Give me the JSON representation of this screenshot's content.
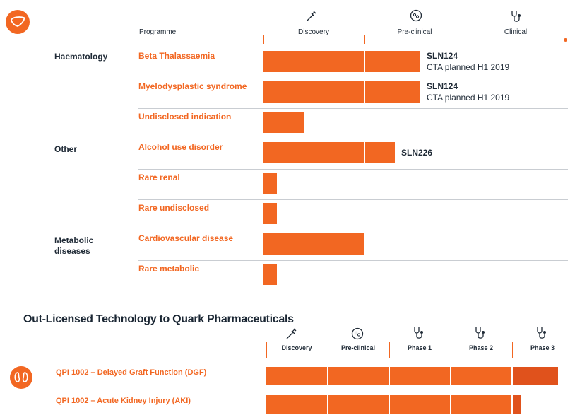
{
  "section1": {
    "header": {
      "programme": "Programme"
    },
    "stages": [
      "Discovery",
      "Pre-clinical",
      "Clinical"
    ],
    "stage_icons": [
      "syringe-icon",
      "petri-dish-icon",
      "stethoscope-icon"
    ],
    "categories": [
      {
        "id": "haem",
        "label": "Haematology"
      },
      {
        "id": "other",
        "label": "Other"
      },
      {
        "id": "meta",
        "label": "Metabolic diseases"
      }
    ],
    "rows": [
      {
        "category": "haem",
        "programme": "Beta Thalassaemia",
        "progress_stages": 1.55,
        "note_title": "SLN124",
        "note_sub": "CTA planned H1 2019"
      },
      {
        "category": "haem",
        "programme": "Myelodysplastic syndrome",
        "progress_stages": 1.55,
        "note_title": "SLN124",
        "note_sub": "CTA planned H1 2019"
      },
      {
        "category": "haem",
        "programme": "Undisclosed indication",
        "progress_stages": 0.4
      },
      {
        "category": "other",
        "programme": "Alcohol use disorder",
        "progress_stages": 1.3,
        "note_title": "SLN226"
      },
      {
        "category": "other",
        "programme": "Rare renal",
        "progress_stages": 0.13
      },
      {
        "category": "other",
        "programme": "Rare undisclosed",
        "progress_stages": 0.13
      },
      {
        "category": "meta",
        "programme": "Cardiovascular disease",
        "progress_stages": 1.0
      },
      {
        "category": "meta",
        "programme": "Rare metabolic",
        "progress_stages": 0.13
      }
    ]
  },
  "section2": {
    "title": "Out-Licensed Technology to Quark Pharmaceuticals",
    "stages": [
      "Discovery",
      "Pre-clinical",
      "Phase 1",
      "Phase 2",
      "Phase 3"
    ],
    "stage_icons": [
      "syringe-icon",
      "petri-dish-icon",
      "stethoscope-icon",
      "stethoscope-icon",
      "stethoscope-icon"
    ],
    "rows": [
      {
        "programme": "QPI 1002 – Delayed Graft Function (DGF)",
        "progress_stages": 4.75
      },
      {
        "programme": "QPI 1002 – Acute Kidney Injury (AKI)",
        "progress_stages": 4.15
      }
    ]
  },
  "colors": {
    "accent": "#f26722",
    "accent_dark": "#e0521c",
    "text": "#1f2a36",
    "rule": "#c9cdd2"
  },
  "chart_data": [
    {
      "type": "bar",
      "orientation": "horizontal",
      "unit": "development stages completed",
      "stages": [
        "Discovery",
        "Pre-clinical",
        "Clinical"
      ],
      "categories": [
        "Beta Thalassaemia",
        "Myelodysplastic syndrome",
        "Undisclosed indication",
        "Alcohol use disorder",
        "Rare renal",
        "Rare undisclosed",
        "Cardiovascular disease",
        "Rare metabolic"
      ],
      "values": [
        1.55,
        1.55,
        0.4,
        1.3,
        0.13,
        0.13,
        1.0,
        0.13
      ],
      "xlim": [
        0,
        3
      ]
    },
    {
      "type": "bar",
      "orientation": "horizontal",
      "title": "Out-Licensed Technology to Quark Pharmaceuticals",
      "stages": [
        "Discovery",
        "Pre-clinical",
        "Phase 1",
        "Phase 2",
        "Phase 3"
      ],
      "categories": [
        "QPI 1002 – Delayed Graft Function (DGF)",
        "QPI 1002 – Acute Kidney Injury (AKI)"
      ],
      "values": [
        4.75,
        4.15
      ],
      "xlim": [
        0,
        5
      ]
    }
  ]
}
